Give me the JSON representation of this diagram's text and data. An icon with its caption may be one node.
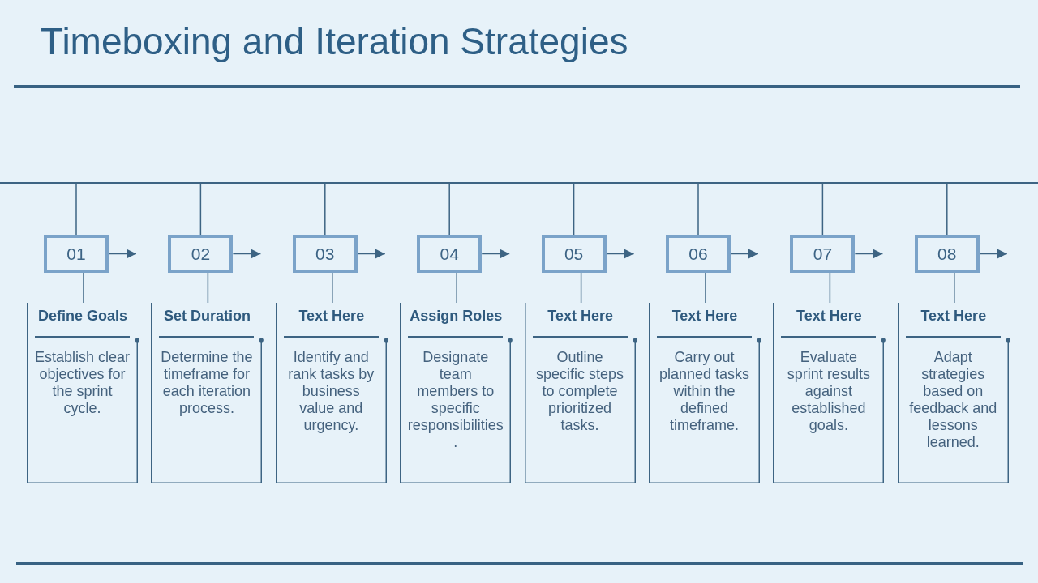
{
  "diagram": {
    "title": "Timeboxing and Iteration Strategies",
    "nodes": [
      {
        "text": [],
        "shape": "bar"
      },
      {
        "text": [
          "01"
        ]
      },
      {
        "text": [
          "Define Goals",
          "Establish clear objectives for the sprint cycle."
        ]
      },
      {
        "text": [
          "02"
        ]
      },
      {
        "text": [
          "Set Duration",
          "Determine the timeframe for each iteration process."
        ]
      },
      {
        "text": [
          "03"
        ]
      },
      {
        "text": [
          "Text Here",
          "Identify and rank tasks by business value and urgency."
        ]
      },
      {
        "text": [
          "04"
        ]
      },
      {
        "text": [
          "Assign Roles",
          "Designate team members to specific responsibilities."
        ]
      },
      {
        "text": [
          "05"
        ]
      },
      {
        "text": [
          "Text Here",
          "Outline specific steps to complete prioritized tasks."
        ]
      },
      {
        "text": [
          "06"
        ]
      },
      {
        "text": [
          "Text Here",
          "Carry out planned tasks within the defined timeframe."
        ]
      },
      {
        "text": [
          "07"
        ]
      },
      {
        "text": [
          "Text Here",
          "Evaluate sprint results against established goals."
        ]
      },
      {
        "text": [
          "08"
        ]
      },
      {
        "text": [
          "Text Here",
          "Adapt strategies based on feedback and lessons learned."
        ]
      }
    ],
    "edges": [
      {
        "from": 0,
        "to": 1,
        "arrow": "none"
      },
      {
        "from": 1,
        "to": 2,
        "arrow": "none"
      },
      {
        "from": 1,
        "to": null,
        "arrow": "to"
      },
      {
        "from": 0,
        "to": 3,
        "arrow": "none"
      },
      {
        "from": 3,
        "to": 4,
        "arrow": "none"
      },
      {
        "from": 3,
        "to": null,
        "arrow": "to"
      },
      {
        "from": 0,
        "to": 5,
        "arrow": "none"
      },
      {
        "from": 5,
        "to": 6,
        "arrow": "none"
      },
      {
        "from": 5,
        "to": null,
        "arrow": "to"
      },
      {
        "from": 0,
        "to": 7,
        "arrow": "none"
      },
      {
        "from": 7,
        "to": 8,
        "arrow": "none"
      },
      {
        "from": 7,
        "to": null,
        "arrow": "to"
      },
      {
        "from": 0,
        "to": 9,
        "arrow": "none"
      },
      {
        "from": 9,
        "to": 10,
        "arrow": "none"
      },
      {
        "from": 9,
        "to": null,
        "arrow": "to"
      },
      {
        "from": 0,
        "to": 11,
        "arrow": "none"
      },
      {
        "from": 11,
        "to": 12,
        "arrow": "none"
      },
      {
        "from": 11,
        "to": null,
        "arrow": "to"
      },
      {
        "from": 0,
        "to": 13,
        "arrow": "none"
      },
      {
        "from": 13,
        "to": 14,
        "arrow": "none"
      },
      {
        "from": 13,
        "to": null,
        "arrow": "to"
      },
      {
        "from": 0,
        "to": 15,
        "arrow": "none"
      },
      {
        "from": 15,
        "to": 16,
        "arrow": "none"
      },
      {
        "from": 15,
        "to": null,
        "arrow": "to"
      }
    ]
  }
}
